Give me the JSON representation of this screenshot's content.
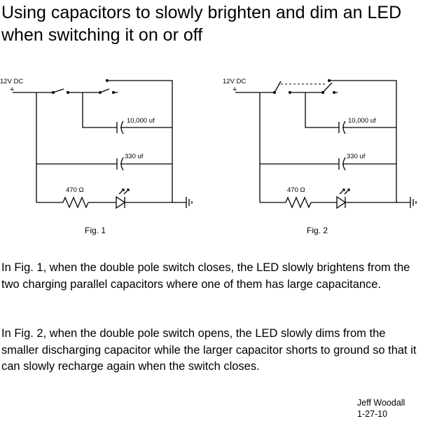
{
  "title": "Using capacitors to slowly brighten and dim an LED when switching it on or off",
  "fig1": {
    "supply_label": "12V DC",
    "plus_sign": "+",
    "cap_large_label": "10,000 uf",
    "cap_small_label": "330 uf",
    "resistor_label": "470 Ω",
    "caption": "Fig. 1"
  },
  "fig2": {
    "supply_label": "12V DC",
    "plus_sign": "+",
    "cap_large_label": "10,000 uf",
    "cap_small_label": "330 uf",
    "resistor_label": "470 Ω",
    "caption": "Fig. 2"
  },
  "paragraphs": [
    "In Fig. 1, when the double pole switch closes, the LED slowly brightens from the two charging parallel capacitors where one of them has large capacitance.",
    "In Fig. 2, when the double pole switch opens, the LED slowly dims from the smaller discharging capacitor while the larger capacitor shorts to ground so that it can slowly recharge again when the switch closes."
  ],
  "author": {
    "name": "Jeff Woodall",
    "date": "1-27-10"
  }
}
